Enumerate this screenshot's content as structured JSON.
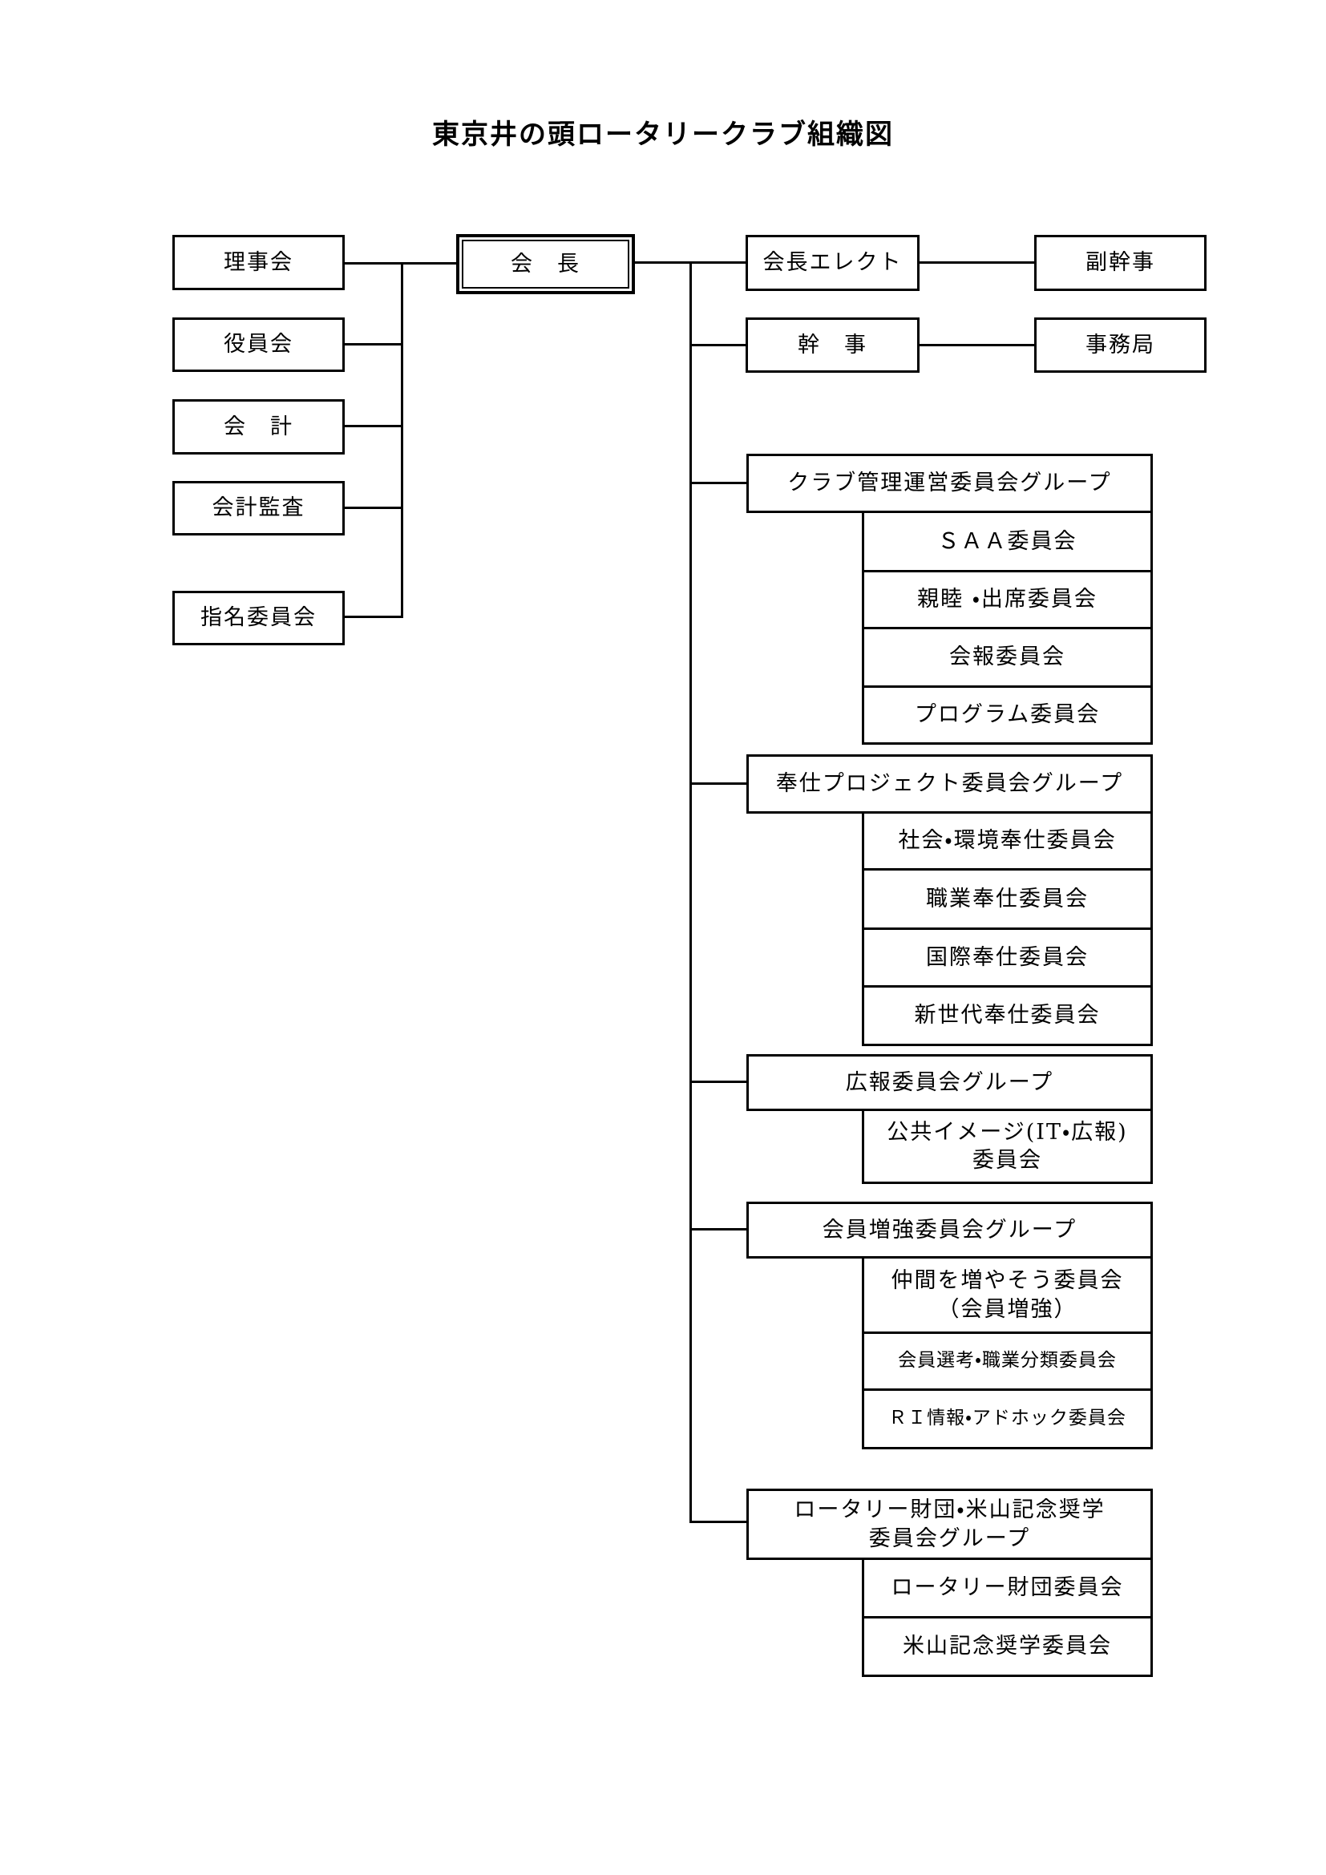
{
  "title": "東京井の頭ロータリークラブ組織図",
  "chart": {
    "president": "会　長",
    "left_column": {
      "board": "理事会",
      "officers": "役員会",
      "accounting": "会　計",
      "audit": "会計監査",
      "nominating": "指名委員会"
    },
    "right_top": {
      "president_elect": "会長エレクト",
      "deputy_secretary": "副幹事",
      "secretary": "幹　事",
      "office": "事務局"
    },
    "groups": [
      {
        "label": "クラブ管理運営委員会グループ",
        "members": [
          "ＳＡＡ委員会",
          "親睦 ・出席委員会",
          "会報委員会",
          "プログラム委員会"
        ]
      },
      {
        "label": "奉仕プロジェクト委員会グループ",
        "members": [
          "社会・環境奉仕委員会",
          "職業奉仕委員会",
          "国際奉仕委員会",
          "新世代奉仕委員会"
        ]
      },
      {
        "label": "広報委員会グループ",
        "members": [
          "公共イメージ(IT・広報)\n委員会"
        ]
      },
      {
        "label": "会員増強委員会グループ",
        "members": [
          "仲間を増やそう委員会\n（会員増強）",
          "会員選考・職業分類委員会",
          "ＲＩ情報・アドホック委員会"
        ]
      },
      {
        "label": "ロータリー財団・米山記念奨学\n委員会グループ",
        "members": [
          "ロータリー財団委員会",
          "米山記念奨学委員会"
        ]
      }
    ]
  }
}
